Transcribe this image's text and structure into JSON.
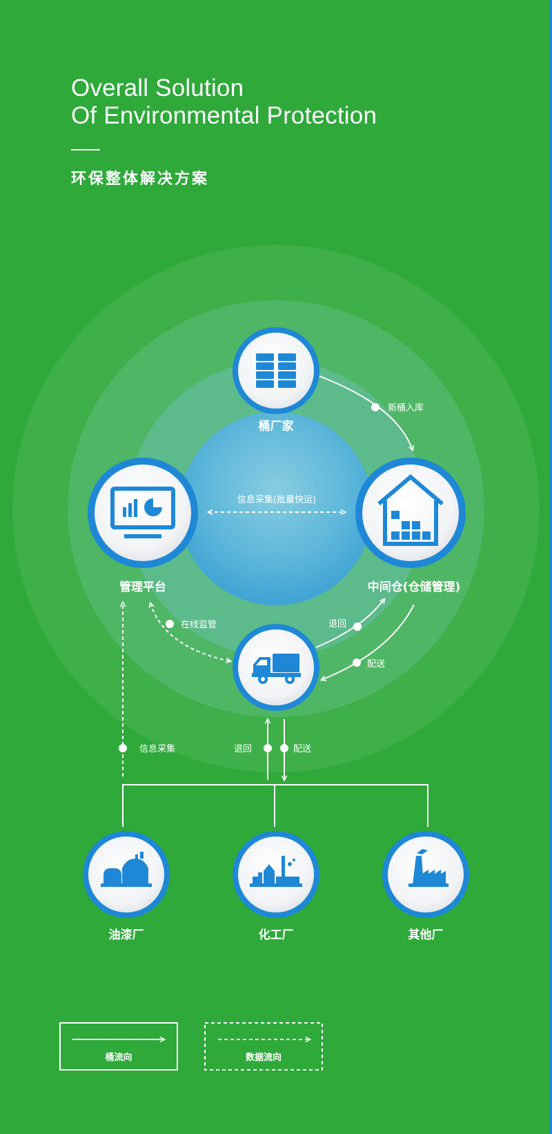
{
  "header": {
    "title_en_line1": "Overall Solution",
    "title_en_line2": "Of Environmental Protection",
    "title_cn": "环保整体解决方案"
  },
  "nodes": {
    "barrel_factory": {
      "label": "桶厂家",
      "icon": "barrels-icon"
    },
    "warehouse": {
      "label": "中间仓(仓储管理)",
      "icon": "warehouse-icon"
    },
    "platform": {
      "label": "管理平台",
      "icon": "monitor-chart-icon"
    },
    "truck": {
      "label": "",
      "icon": "truck-icon"
    },
    "paint_factory": {
      "label": "油漆厂",
      "icon": "paint-factory-icon"
    },
    "chemical_factory": {
      "label": "化工厂",
      "icon": "chemical-factory-icon"
    },
    "other_factory": {
      "label": "其他厂",
      "icon": "other-factory-icon"
    }
  },
  "flows": {
    "new_barrel_in": "新桶入库",
    "info_collect_batch": "信息采集(批量快运)",
    "online_monitor": "在线监管",
    "return_upper": "退回",
    "deliver_upper": "配送",
    "info_collect": "信息采集",
    "return_lower": "退回",
    "deliver_lower": "配送"
  },
  "legend": {
    "barrel_flow": "桶流向",
    "data_flow": "数据流向"
  },
  "colors": {
    "background": "#2ea93a",
    "node_ring": "#1e88d6",
    "icon": "#1e88d6",
    "line": "#ffffff"
  }
}
